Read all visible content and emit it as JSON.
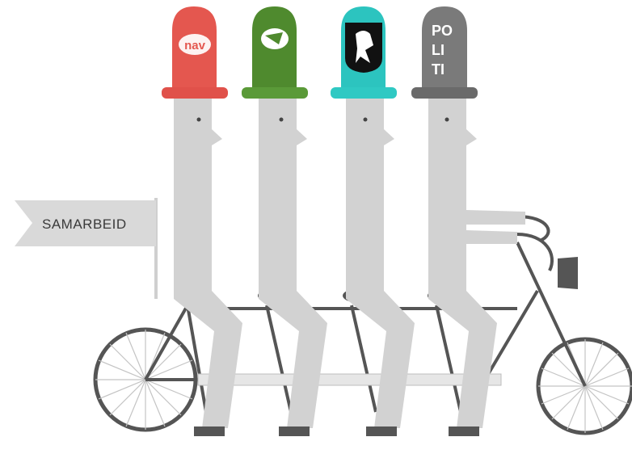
{
  "flag": {
    "label": "SAMARBEID"
  },
  "hats": [
    {
      "id": "nav",
      "text": "nav",
      "color": "#e4574f",
      "brim": "#e0514a"
    },
    {
      "id": "green",
      "text": "",
      "color": "#4f8a2e",
      "brim": "#5a9a38"
    },
    {
      "id": "teal",
      "text": "",
      "color": "#2cc4bf",
      "brim": "#2fc9c3"
    },
    {
      "id": "politi",
      "lines": [
        "PO",
        "LI",
        "TI"
      ],
      "color": "#7a7a7a",
      "brim": "#6a6a6a"
    }
  ],
  "colors": {
    "figure": "#d2d2d2",
    "bike": "#4d4d4d",
    "wheel_spokes": "#bfbfbf",
    "flag": "#d8d8d8"
  }
}
